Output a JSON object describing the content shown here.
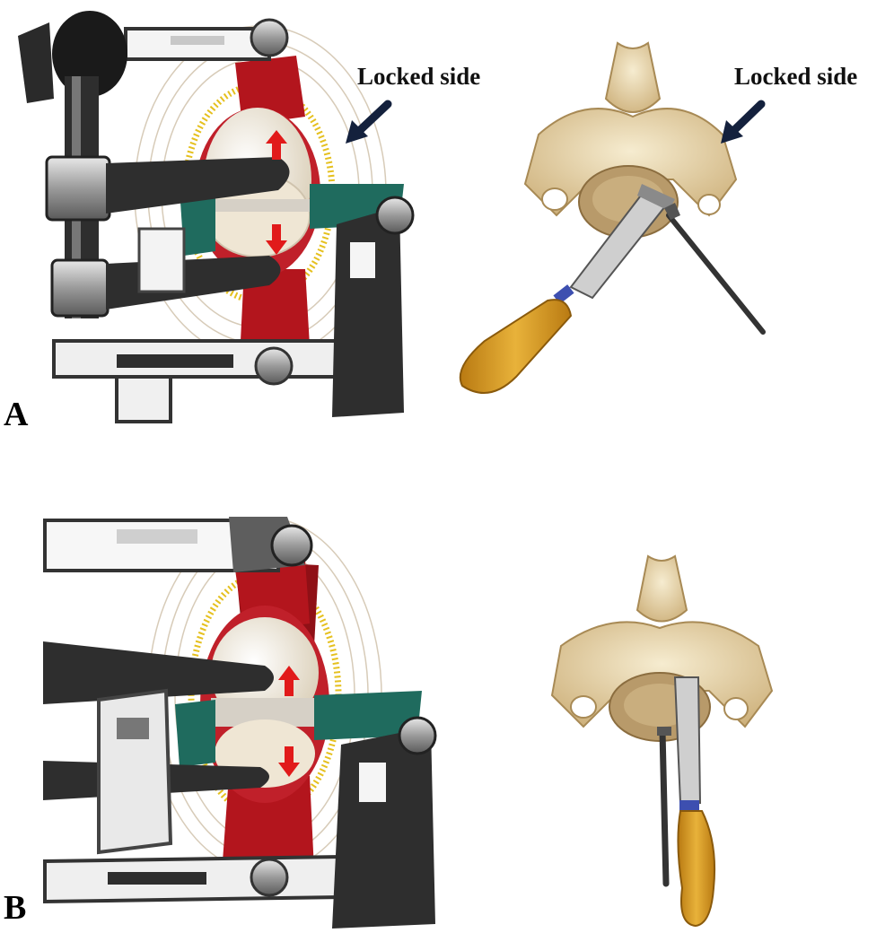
{
  "panels": [
    {
      "id": "A",
      "letter": "A",
      "annotation_left": "Locked side",
      "annotation_right": "Locked side"
    },
    {
      "id": "B",
      "letter": "B"
    }
  ],
  "colors": {
    "muscle_red": "#b3151d",
    "ligament_teal": "#1f6b5e",
    "disc_cream": "#f2ece0",
    "bone_ivory": "#ead9b0",
    "instrument_dark": "#2e2e2e",
    "instrument_metal": "#b9b9b9",
    "handle_wood": "#d49a22",
    "arrow_red": "#e11a1a",
    "arrow_navy": "#14213d",
    "dura_yellow": "#e5c01e"
  },
  "icons": {
    "distraction_arrow": "red-up-down-arrow",
    "callout_arrow": "navy-pointer-arrow"
  }
}
